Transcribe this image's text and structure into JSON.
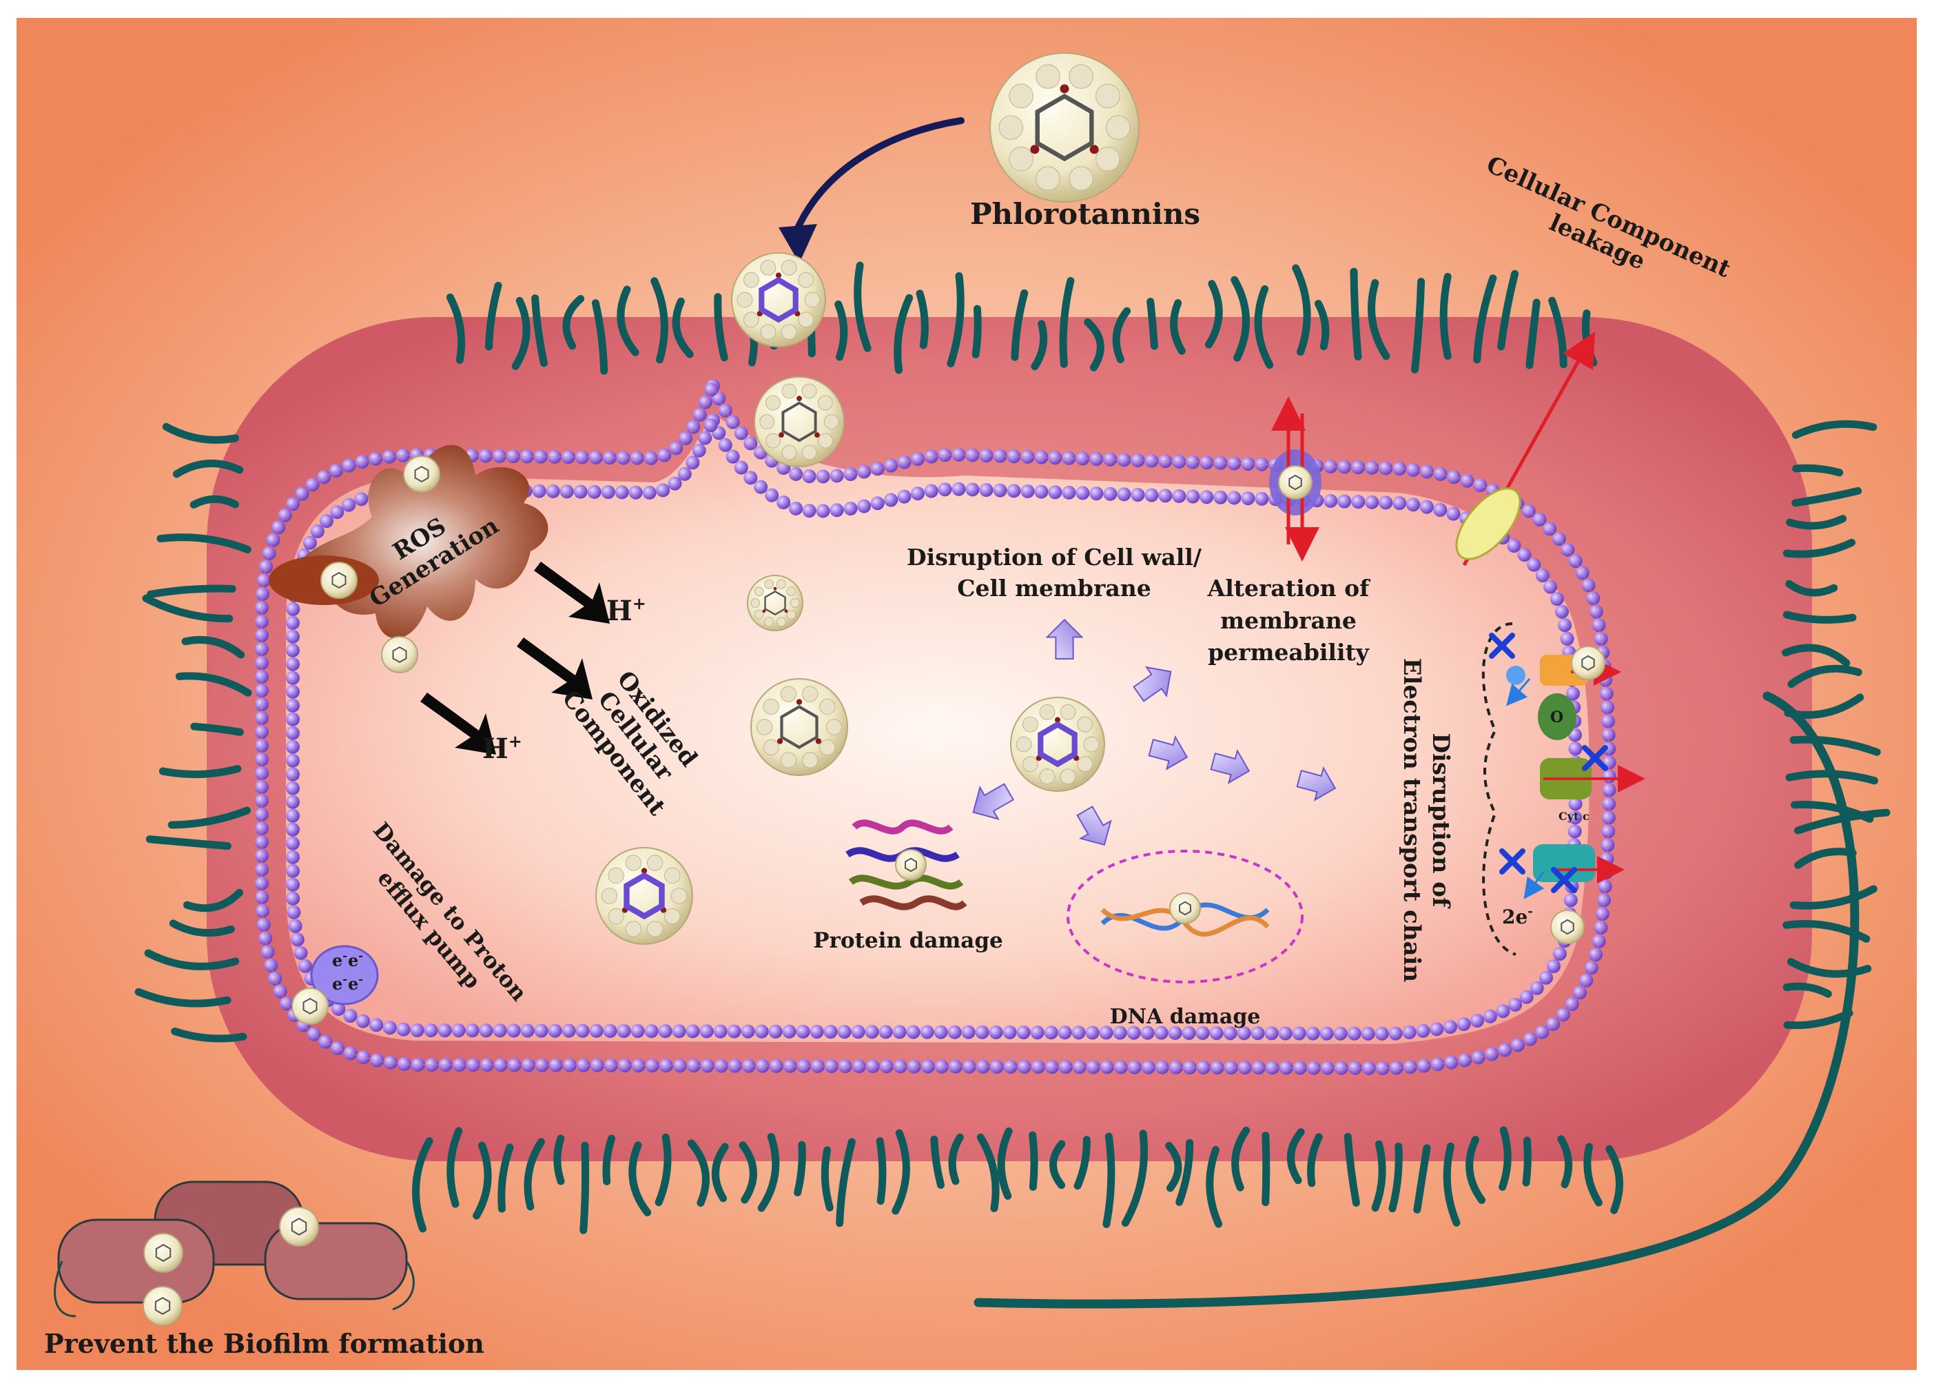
{
  "labels": {
    "phlorotannins": "Phlorotannins",
    "cellular_component_leakage_1": "Cellular Component",
    "cellular_component_leakage_2": "leakage",
    "ros_1": "ROS",
    "ros_2": "Generation",
    "h_plus": "H",
    "h_plus_sup": "+",
    "oxidized_1": "Oxidized",
    "oxidized_2": "Cellular",
    "oxidized_3": "Component",
    "disruption_wall_1": "Disruption of Cell wall/",
    "disruption_wall_2": "Cell membrane",
    "alteration_1": "Alteration of",
    "alteration_2": "membrane",
    "alteration_3": "permeability",
    "etc_1": "Disruption of",
    "etc_2": "Electron transport chain",
    "protein_damage": "Protein damage",
    "dna_damage": "DNA damage",
    "proton_pump_1": "Damage to Proton",
    "proton_pump_2": "efflux pump",
    "biofilm": "Prevent the Biofilm formation",
    "electron": "e",
    "electron_sup": "-",
    "two_e": "2e",
    "o_label": "O",
    "cyt_c": "Cyt c"
  },
  "colors": {
    "background_outer": "#f08a5d",
    "background_inner": "#fbe3d8",
    "cell_wall": "#d9646c",
    "membrane_bead": "#a57be8",
    "flagella": "#0f5a5a",
    "arrow_purple": "#b8a8f0",
    "arrow_dark": "#141b57",
    "ros_burst": "#a04020",
    "dna_ellipse": "#cc33cc",
    "leak_arrow": "#e01e2a"
  }
}
